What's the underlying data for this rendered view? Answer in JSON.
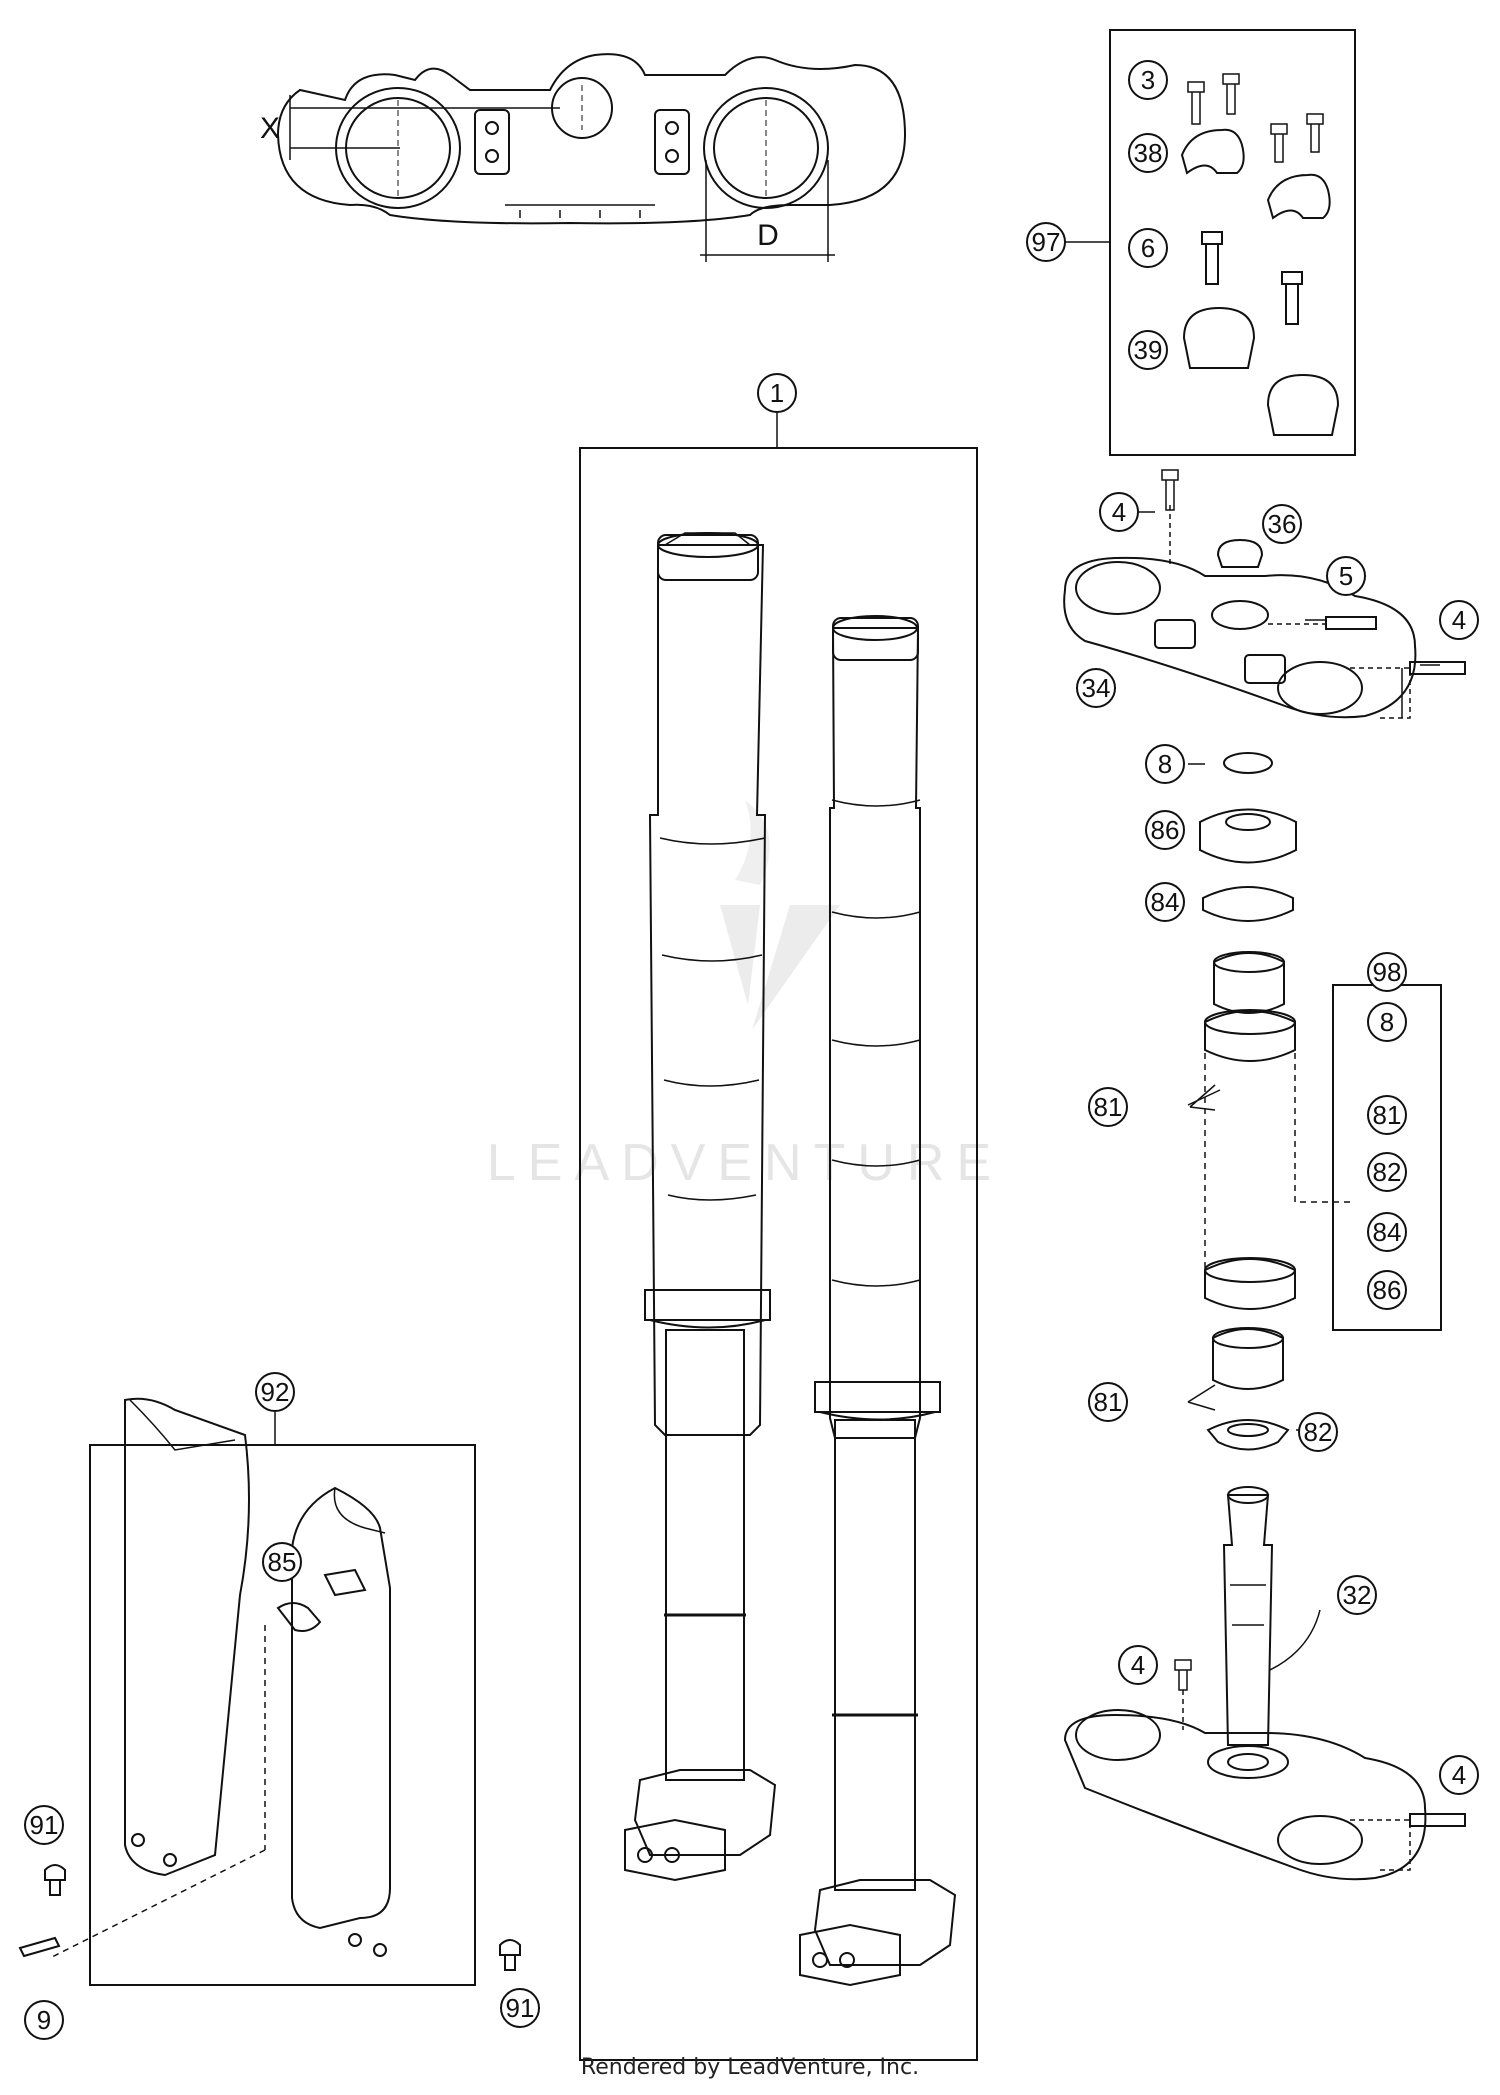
{
  "diagram": {
    "dimension_labels": {
      "x": "X",
      "d": "D"
    },
    "watermark": "LEADVENTURE",
    "footer": "Rendered by LeadVenture, Inc.",
    "callouts": {
      "c1": "1",
      "c3": "3",
      "c38": "38",
      "c97": "97",
      "c6": "6",
      "c39": "39",
      "c4a": "4",
      "c36": "36",
      "c5": "5",
      "c4b": "4",
      "c34": "34",
      "c8a": "8",
      "c86a": "86",
      "c84a": "84",
      "c98": "98",
      "c8b": "8",
      "c81k": "81",
      "c82k": "82",
      "c84k": "84",
      "c86k": "86",
      "c81a": "81",
      "c81b": "81",
      "c82a": "82",
      "c4c": "4",
      "c32": "32",
      "c4d": "4",
      "c92": "92",
      "c85": "85",
      "c91a": "91",
      "c91b": "91",
      "c9": "9"
    }
  }
}
